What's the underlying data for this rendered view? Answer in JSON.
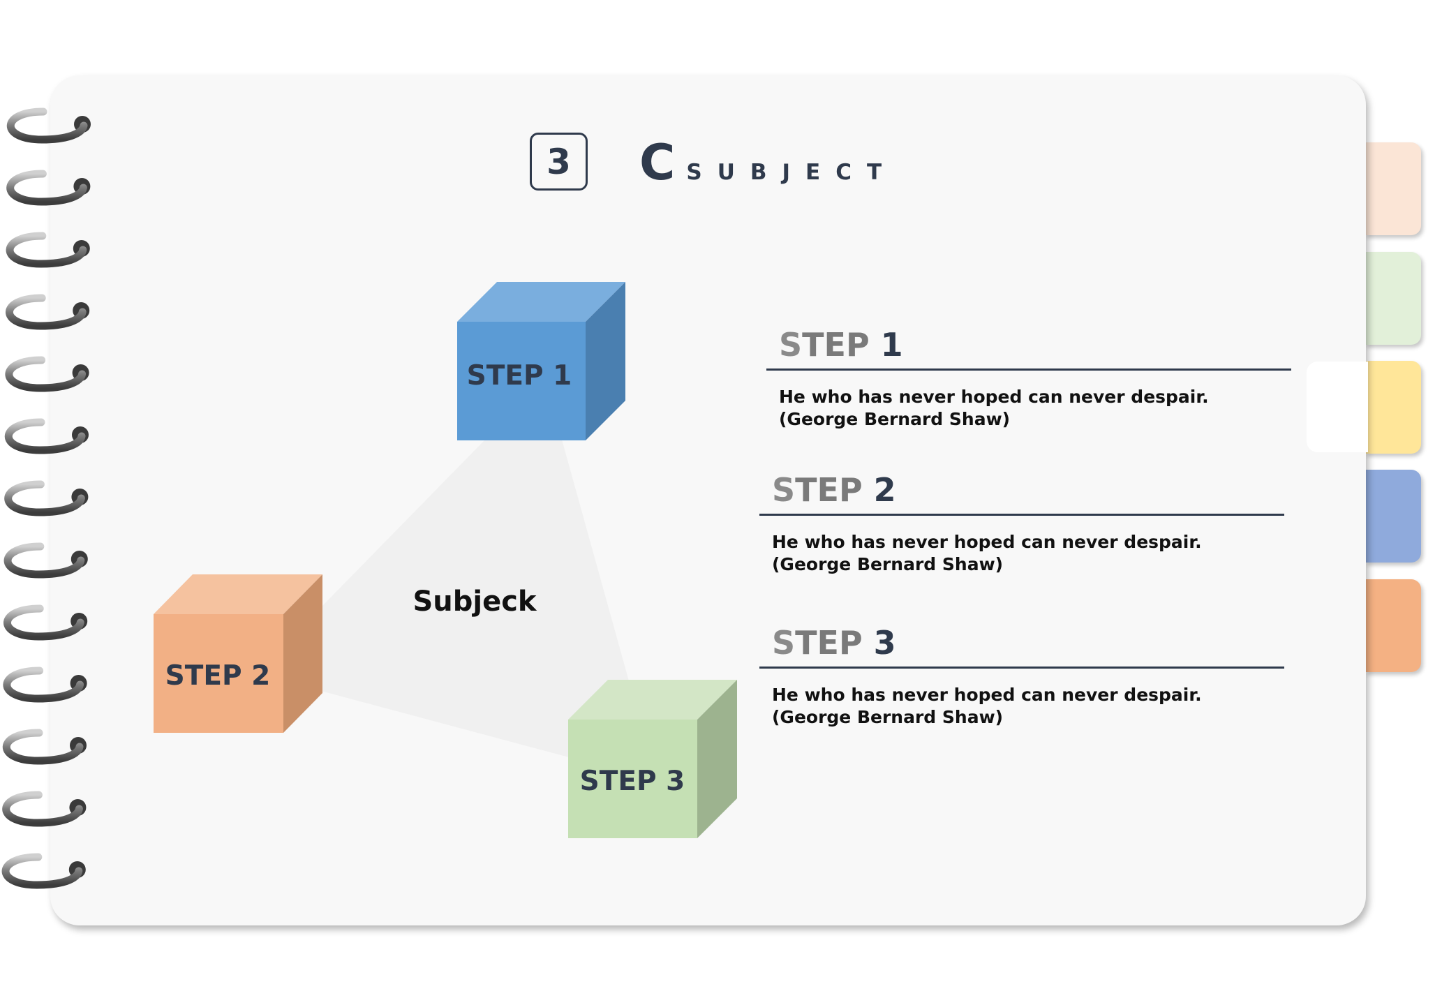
{
  "header": {
    "number": "3",
    "title_initial": "C",
    "title_rest": "SUBJECT"
  },
  "diagram": {
    "center_label": "Subjeck",
    "cubes": [
      {
        "label": "STEP 1",
        "front": "#5b9bd5",
        "top": "#7aaede",
        "side": "#4a7fb0"
      },
      {
        "label": "STEP 2",
        "front": "#f2b085",
        "top": "#f5c29f",
        "side": "#c98f67"
      },
      {
        "label": "STEP 3",
        "front": "#c5e0b4",
        "top": "#d3e6c6",
        "side": "#9db38f"
      }
    ]
  },
  "steps": [
    {
      "title_s": "S",
      "title_tep": "TEP",
      "title_num": "1",
      "text": "He who has never hoped can never despair. (George Bernard Shaw)"
    },
    {
      "title_s": "S",
      "title_tep": "TEP",
      "title_num": "2",
      "text": "He who has never hoped can never despair. (George Bernard Shaw)"
    },
    {
      "title_s": "S",
      "title_tep": "TEP",
      "title_num": "3",
      "text": "He who has never hoped can never despair. (George Bernard Shaw)"
    }
  ],
  "tabs": [
    {
      "color": "#fbe5d6"
    },
    {
      "color": "#e2f0d9"
    },
    {
      "color": "#ffe699"
    },
    {
      "color": "#8faadc"
    },
    {
      "color": "#f4b183"
    }
  ]
}
